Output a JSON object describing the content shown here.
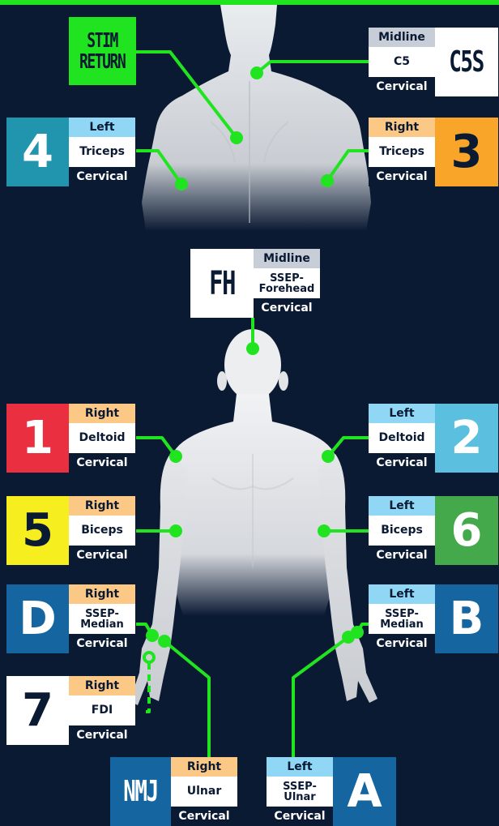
{
  "colors": {
    "background": "#0b1a33",
    "wire": "#1fe41f",
    "right_side": "#fcc885",
    "left_side": "#8fd7f5",
    "midline": "#c7ced8"
  },
  "stim_return": {
    "line1": "STIM",
    "line2": "RETURN"
  },
  "electrodes": [
    {
      "key": "c5s",
      "id": "C5S",
      "side": "Midline",
      "muscle": "C5",
      "region": "Cervical",
      "color": "#ffffff",
      "text_color": "#0b1a33"
    },
    {
      "key": "4",
      "id": "4",
      "side": "Left",
      "muscle": "Triceps",
      "region": "Cervical",
      "color": "#2095ad",
      "text_color": "#ffffff"
    },
    {
      "key": "3",
      "id": "3",
      "side": "Right",
      "muscle": "Triceps",
      "region": "Cervical",
      "color": "#f9a52a",
      "text_color": "#0b1a33"
    },
    {
      "key": "fh",
      "id": "FH",
      "side": "Midline",
      "muscle": "SSEP-\nForehead",
      "region": "Cervical",
      "color": "#ffffff",
      "text_color": "#0b1a33"
    },
    {
      "key": "1",
      "id": "1",
      "side": "Right",
      "muscle": "Deltoid",
      "region": "Cervical",
      "color": "#ea3040",
      "text_color": "#ffffff"
    },
    {
      "key": "2",
      "id": "2",
      "side": "Left",
      "muscle": "Deltoid",
      "region": "Cervical",
      "color": "#5bbfdf",
      "text_color": "#ffffff"
    },
    {
      "key": "5",
      "id": "5",
      "side": "Right",
      "muscle": "Biceps",
      "region": "Cervical",
      "color": "#f6ee1e",
      "text_color": "#0b1a33"
    },
    {
      "key": "6",
      "id": "6",
      "side": "Left",
      "muscle": "Biceps",
      "region": "Cervical",
      "color": "#44a94a",
      "text_color": "#ffffff"
    },
    {
      "key": "d",
      "id": "D",
      "side": "Right",
      "muscle": "SSEP-\nMedian",
      "region": "Cervical",
      "color": "#1566a0",
      "text_color": "#ffffff"
    },
    {
      "key": "b",
      "id": "B",
      "side": "Left",
      "muscle": "SSEP-\nMedian",
      "region": "Cervical",
      "color": "#1566a0",
      "text_color": "#ffffff"
    },
    {
      "key": "7",
      "id": "7",
      "side": "Right",
      "muscle": "FDI",
      "region": "Cervical",
      "color": "#ffffff",
      "text_color": "#0b1a33"
    },
    {
      "key": "nmj",
      "id": "NMJ",
      "side": "Right",
      "muscle": "Ulnar",
      "region": "Cervical",
      "color": "#1566a0",
      "text_color": "#ffffff"
    },
    {
      "key": "a",
      "id": "A",
      "side": "Left",
      "muscle": "SSEP-\nUlnar",
      "region": "Cervical",
      "color": "#1566a0",
      "text_color": "#ffffff"
    }
  ]
}
